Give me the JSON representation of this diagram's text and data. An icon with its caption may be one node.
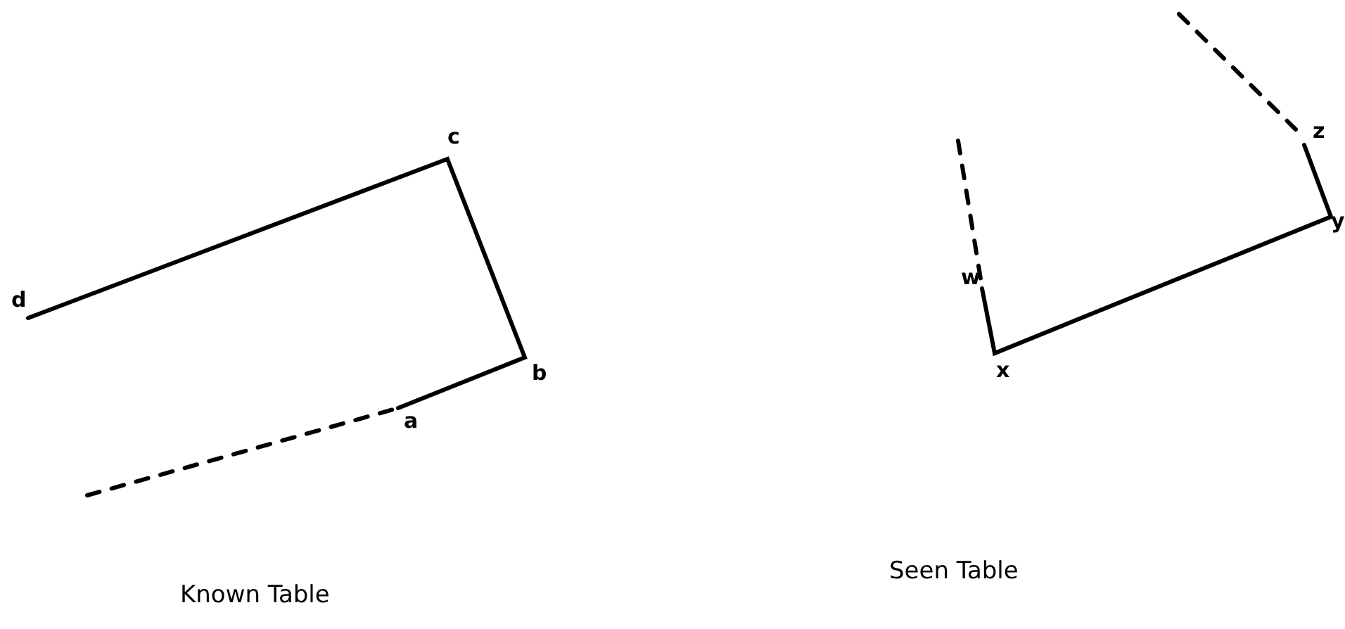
{
  "diagram": {
    "labels": [
      "c",
      "z",
      "y",
      "w",
      "d",
      "b",
      "x",
      "a",
      "Seen Table",
      "Known Table"
    ]
  }
}
